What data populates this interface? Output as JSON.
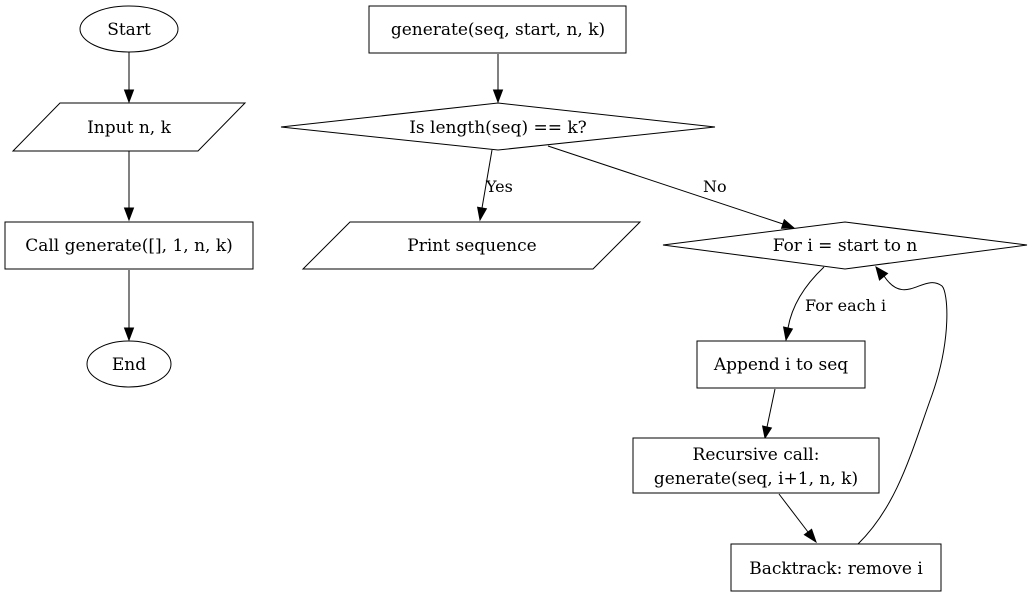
{
  "nodes": {
    "start": "Start",
    "input": "Input n, k",
    "call_generate": "Call generate([], 1, n, k)",
    "end": "End",
    "generate_func": "generate(seq, start, n, k)",
    "length_check": "Is length(seq) == k?",
    "print_seq": "Print sequence",
    "for_loop": "For i = start to n",
    "append": "Append i to seq",
    "recursive_line1": "Recursive call:",
    "recursive_line2": "generate(seq, i+1, n, k)",
    "backtrack": "Backtrack: remove i"
  },
  "edges": {
    "yes": "Yes",
    "no": "No",
    "for_each": "For each i"
  }
}
